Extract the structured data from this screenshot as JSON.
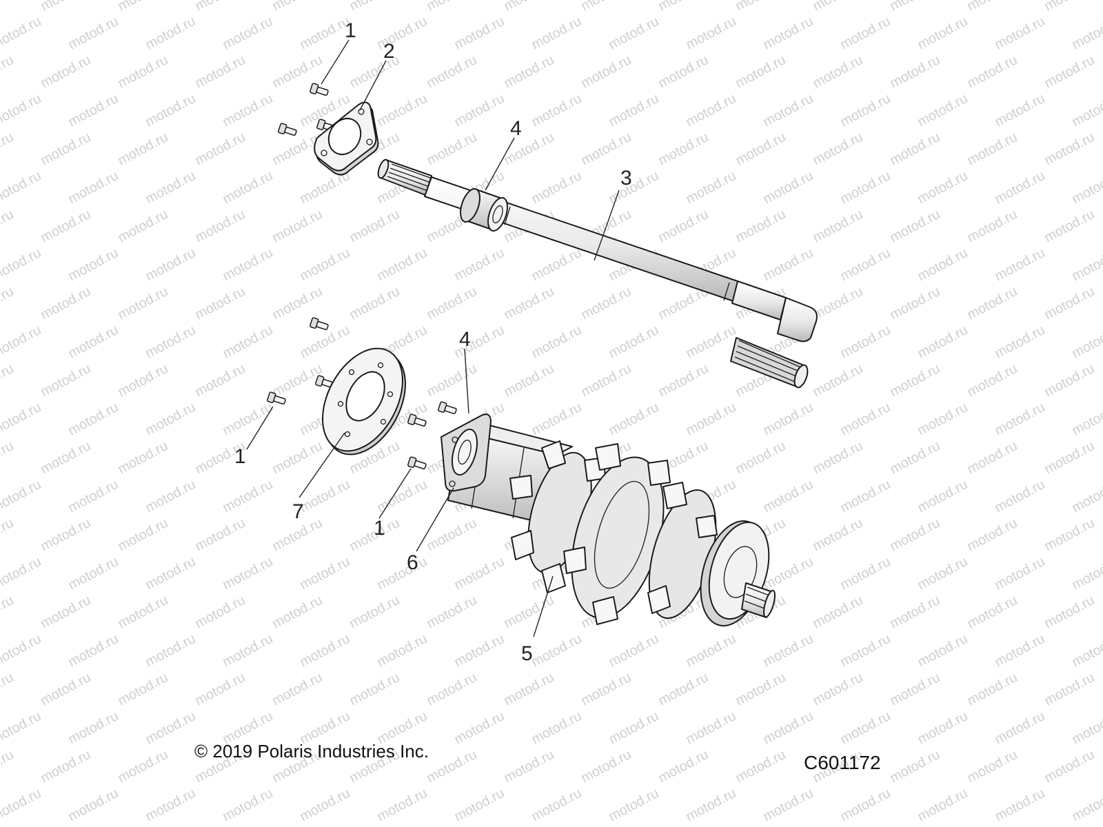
{
  "watermark": {
    "text": "motod.ru"
  },
  "callouts": [
    {
      "id": "c1a",
      "label": "1"
    },
    {
      "id": "c2",
      "label": "2"
    },
    {
      "id": "c4a",
      "label": "4"
    },
    {
      "id": "c3",
      "label": "3"
    },
    {
      "id": "c4b",
      "label": "4"
    },
    {
      "id": "c1b",
      "label": "1"
    },
    {
      "id": "c7",
      "label": "7"
    },
    {
      "id": "c1c",
      "label": "1"
    },
    {
      "id": "c6",
      "label": "6"
    },
    {
      "id": "c5",
      "label": "5"
    }
  ],
  "footer": {
    "copyright": "© 2019 Polaris Industries Inc.",
    "diagram_code": "C601172"
  }
}
